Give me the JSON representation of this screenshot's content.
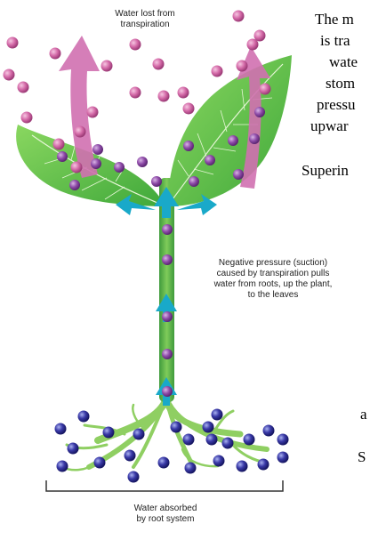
{
  "diagram": {
    "label_top": [
      "Water lost from",
      "transpiration"
    ],
    "label_middle": [
      "Negative pressure (suction)",
      "caused by transpiration pulls",
      "water from roots, up the plant,",
      "to the leaves"
    ],
    "label_bottom": [
      "Water absorbed",
      "by root system"
    ],
    "colors": {
      "leaf": "#6cc24a",
      "stem": "#5ab54a",
      "vapor_molecule": "#d46aa8",
      "arrow_transpiration": "#d070b0",
      "arrow_uptake": "#19a9c9",
      "root_molecule": "#2a2a8c",
      "root": "#8fcf62"
    }
  },
  "cropped_text": {
    "line1": "The m",
    "line2": "is tra",
    "line3": "wate",
    "line4": "stom",
    "line5": "pressu",
    "line6": "upwar",
    "line7": "Superin",
    "line8": "a",
    "line9": "S"
  }
}
